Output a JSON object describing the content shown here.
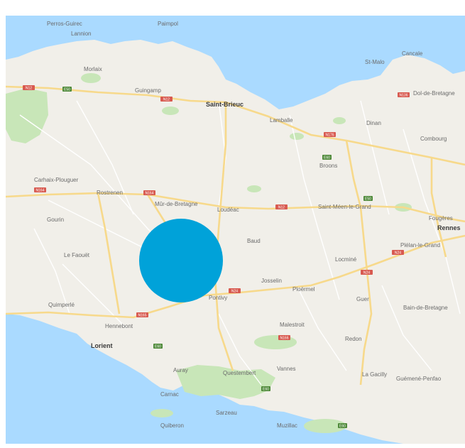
{
  "map": {
    "colors": {
      "land": "#f1efe9",
      "sea": "#aadaff",
      "forest": "#c8e6b8",
      "road_major": "#f7d98b",
      "road_minor": "#ffffff",
      "red_shield": "#d85a50",
      "green_shield": "#4f8a3a",
      "marker": "#00a2d9"
    },
    "labels": [
      {
        "id": "lannion",
        "text": "Lannion"
      },
      {
        "id": "paimpol",
        "text": "Paimpol"
      },
      {
        "id": "perros",
        "text": "Perros-Guirec"
      },
      {
        "id": "morlaix",
        "text": "Morlaix"
      },
      {
        "id": "guingamp",
        "text": "Guingamp"
      },
      {
        "id": "saint-brieuc",
        "text": "Saint-Brieuc"
      },
      {
        "id": "lamballe",
        "text": "Lamballe"
      },
      {
        "id": "saint-malo",
        "text": "St-Malo"
      },
      {
        "id": "cancale",
        "text": "Cancale"
      },
      {
        "id": "dol",
        "text": "Dol-de-Bretagne"
      },
      {
        "id": "dinan",
        "text": "Dinan"
      },
      {
        "id": "combourg",
        "text": "Combourg"
      },
      {
        "id": "carhaix",
        "text": "Carhaix-Plouguer"
      },
      {
        "id": "rostrenen",
        "text": "Rostrenen"
      },
      {
        "id": "mur",
        "text": "Mûr-de-Bretagne"
      },
      {
        "id": "loudeac",
        "text": "Loudéac"
      },
      {
        "id": "broons",
        "text": "Broons"
      },
      {
        "id": "st-meen",
        "text": "Saint-Méen-le-Grand"
      },
      {
        "id": "rennes",
        "text": "Rennes"
      },
      {
        "id": "pontivy",
        "text": "Pontivy"
      },
      {
        "id": "josselin",
        "text": "Josselin"
      },
      {
        "id": "ploermel",
        "text": "Ploërmel"
      },
      {
        "id": "baud",
        "text": "Baud"
      },
      {
        "id": "locmine",
        "text": "Locminé"
      },
      {
        "id": "lorient",
        "text": "Lorient"
      },
      {
        "id": "hennebont",
        "text": "Hennebont"
      },
      {
        "id": "quimperle",
        "text": "Quimperlé"
      },
      {
        "id": "vannes",
        "text": "Vannes"
      },
      {
        "id": "auray",
        "text": "Auray"
      },
      {
        "id": "malestroit",
        "text": "Malestroit"
      },
      {
        "id": "redon",
        "text": "Redon"
      },
      {
        "id": "questembert",
        "text": "Questembert"
      },
      {
        "id": "guer",
        "text": "Guer"
      },
      {
        "id": "le-faouet",
        "text": "Le Faouët"
      },
      {
        "id": "gourin",
        "text": "Gourin"
      },
      {
        "id": "quiberon",
        "text": "Quiberon"
      },
      {
        "id": "carnac",
        "text": "Carnac"
      },
      {
        "id": "sarzeau",
        "text": "Sarzeau"
      },
      {
        "id": "muzillac",
        "text": "Muzillac"
      },
      {
        "id": "la-gacilly",
        "text": "La Gacilly"
      },
      {
        "id": "bain",
        "text": "Bain-de-Bretagne"
      },
      {
        "id": "guemene",
        "text": "Guémené-Penfao"
      },
      {
        "id": "plelan",
        "text": "Plélan-le-Grand"
      },
      {
        "id": "fougeres",
        "text": "Fougères"
      }
    ],
    "shields": [
      {
        "id": "s1",
        "text": "N12",
        "kind": "red"
      },
      {
        "id": "s2",
        "text": "N12",
        "kind": "red"
      },
      {
        "id": "s3",
        "text": "N164",
        "kind": "red"
      },
      {
        "id": "s4",
        "text": "N164",
        "kind": "red"
      },
      {
        "id": "s5",
        "text": "N176",
        "kind": "red"
      },
      {
        "id": "s6",
        "text": "N12",
        "kind": "red"
      },
      {
        "id": "s7",
        "text": "N24",
        "kind": "red"
      },
      {
        "id": "s8",
        "text": "N24",
        "kind": "red"
      },
      {
        "id": "s9",
        "text": "N165",
        "kind": "red"
      },
      {
        "id": "s10",
        "text": "N166",
        "kind": "red"
      },
      {
        "id": "s11",
        "text": "N24",
        "kind": "red"
      },
      {
        "id": "s12",
        "text": "N136",
        "kind": "red"
      },
      {
        "id": "s13",
        "text": "E50",
        "kind": "green"
      },
      {
        "id": "s14",
        "text": "E60",
        "kind": "green"
      },
      {
        "id": "s15",
        "text": "E50",
        "kind": "green"
      },
      {
        "id": "s16",
        "text": "E60",
        "kind": "green"
      },
      {
        "id": "s17",
        "text": "E60",
        "kind": "green"
      },
      {
        "id": "s18",
        "text": "E60",
        "kind": "green"
      }
    ]
  }
}
